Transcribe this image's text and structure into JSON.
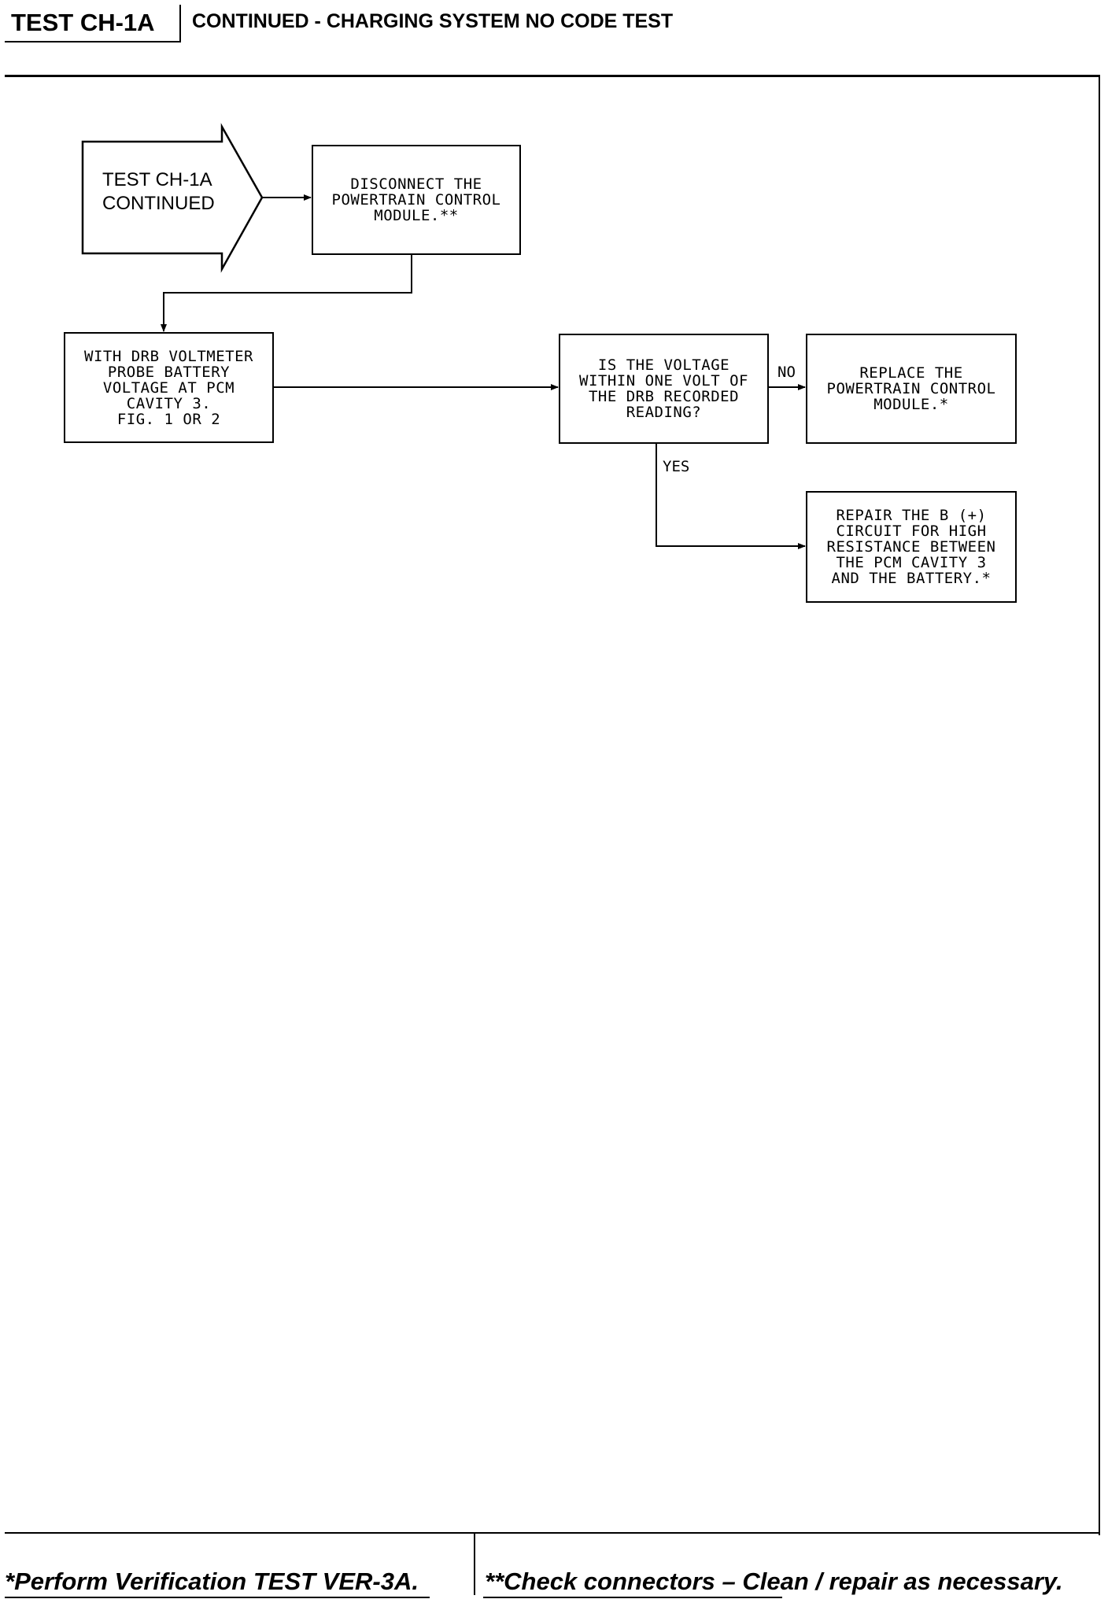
{
  "header": {
    "test_id": "TEST CH-1A",
    "title": "CONTINUED - CHARGING SYSTEM NO CODE TEST"
  },
  "flowchart": {
    "start_label": "TEST CH-1A\nCONTINUED",
    "steps": {
      "disconnect": "DISCONNECT THE\nPOWERTRAIN CONTROL\nMODULE.**",
      "probe": "WITH DRB VOLTMETER\nPROBE BATTERY\nVOLTAGE AT PCM\nCAVITY 3.\nFIG. 1 OR 2",
      "question": "IS THE VOLTAGE\nWITHIN ONE VOLT OF\nTHE DRB RECORDED\nREADING?",
      "replace": "REPLACE THE\nPOWERTRAIN CONTROL\nMODULE.*",
      "repair": "REPAIR THE B (+)\nCIRCUIT FOR HIGH\nRESISTANCE BETWEEN\nTHE PCM CAVITY 3\nAND THE BATTERY.*"
    },
    "branches": {
      "no": "NO",
      "yes": "YES"
    }
  },
  "footer": {
    "left": "*Perform Verification TEST VER-3A.",
    "right": "**Check connectors – Clean / repair as necessary."
  }
}
